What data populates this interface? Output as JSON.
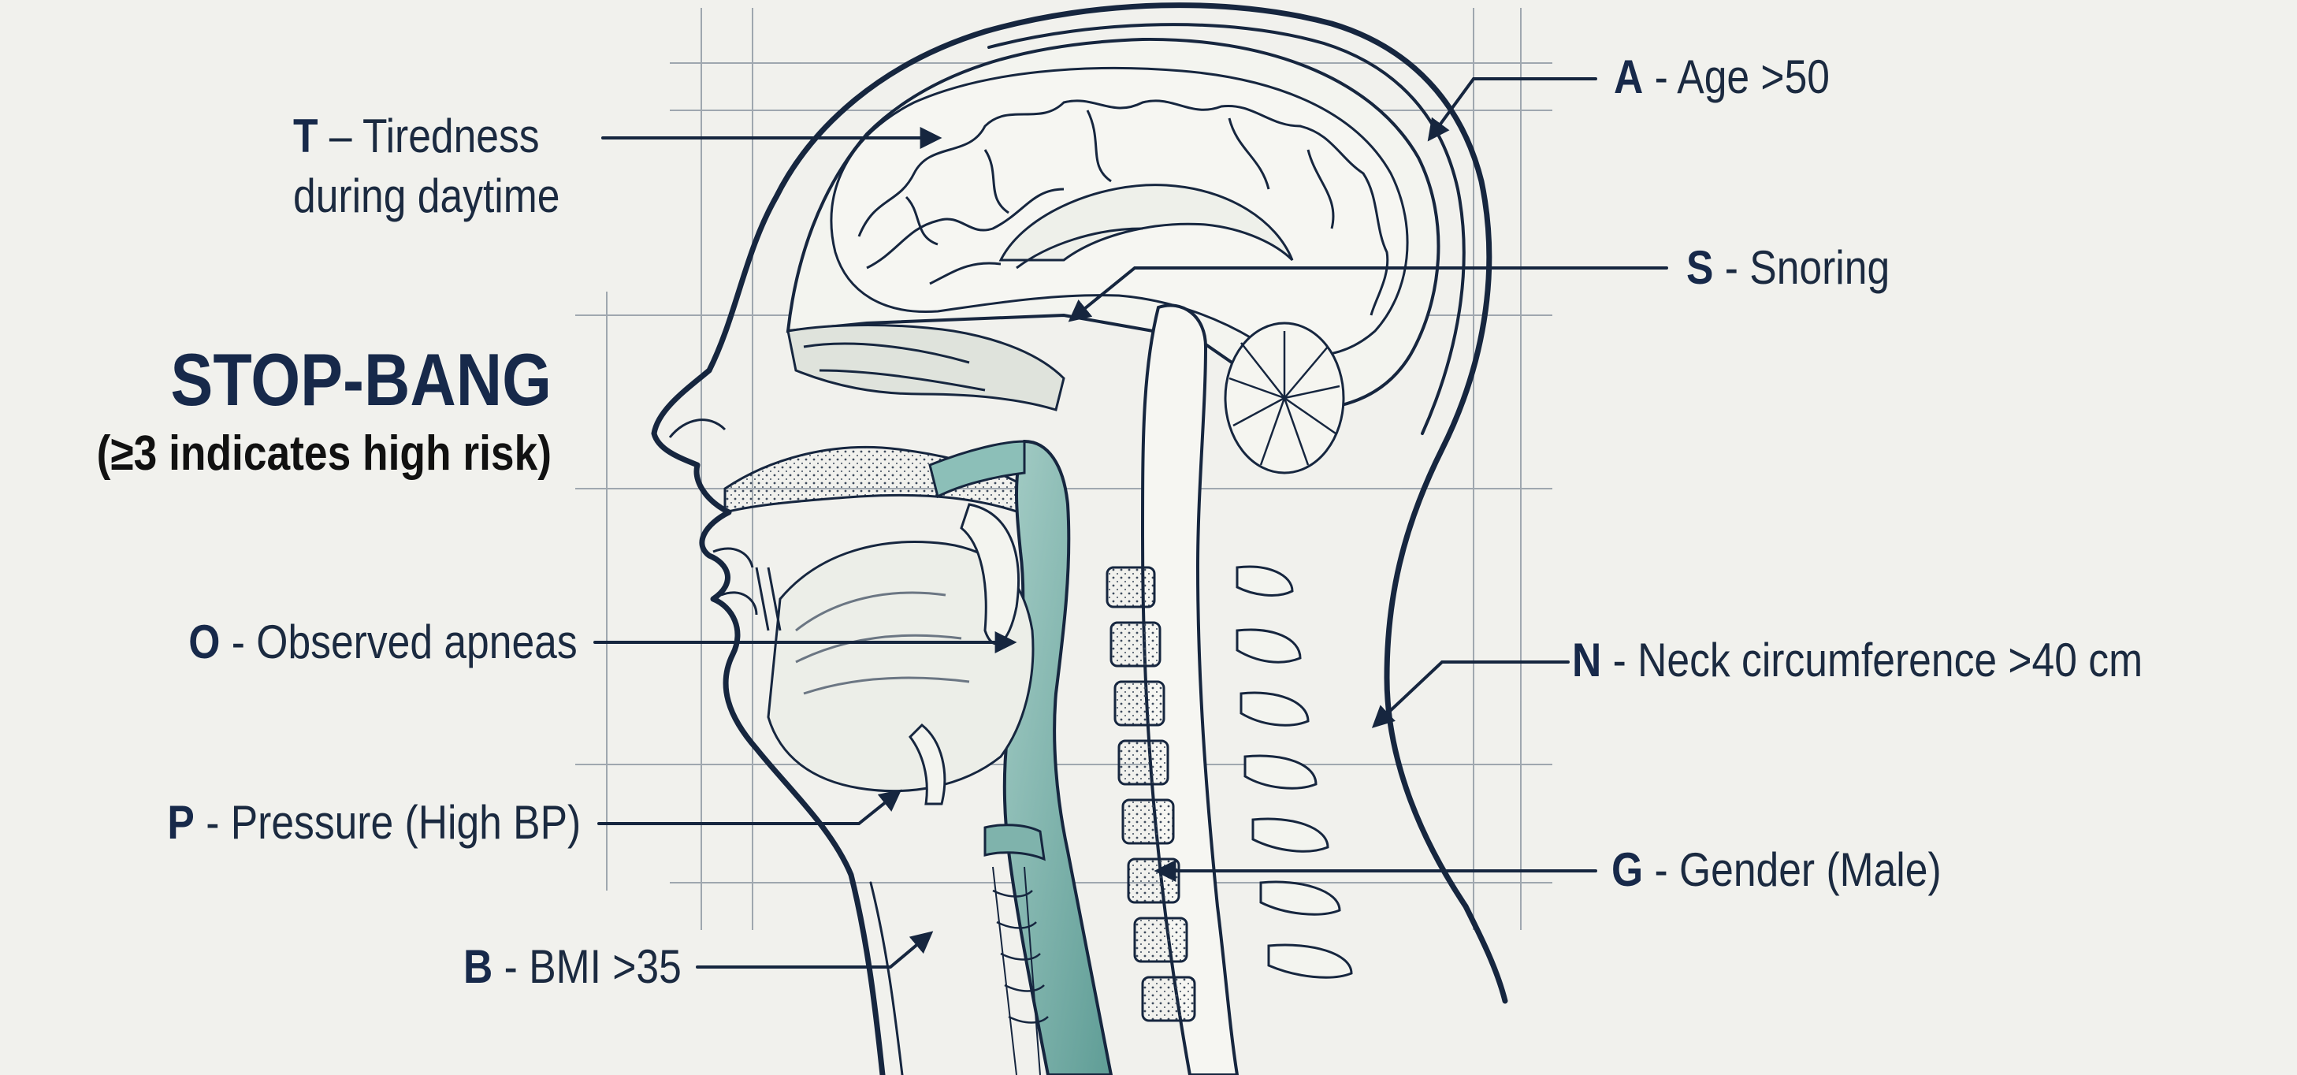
{
  "title": "STOP-BANG",
  "subtitle": "(≥3 indicates high risk)",
  "labels": {
    "t": {
      "letter": "T",
      "sep": " – ",
      "text": "Tiredness",
      "text2": "during daytime"
    },
    "o": {
      "letter": "O",
      "sep": " - ",
      "text": "Observed apneas"
    },
    "p": {
      "letter": "P",
      "sep": " - ",
      "text": "Pressure (High BP)"
    },
    "b": {
      "letter": "B",
      "sep": " - ",
      "text": "BMI >35"
    },
    "a": {
      "letter": "A",
      "sep": " - ",
      "text": "Age >50"
    },
    "s": {
      "letter": "S",
      "sep": " - ",
      "text": "Snoring"
    },
    "n": {
      "letter": "N",
      "sep": " - ",
      "text": "Neck circumference >40 cm"
    },
    "g": {
      "letter": "G",
      "sep": " - ",
      "text": "Gender (Male)"
    }
  },
  "colors": {
    "ink": "#16263f",
    "airway": "#7fb3ac",
    "airway_dark": "#4f8f89",
    "paper": "#f1f1ed",
    "grid": "#5d6b7d"
  }
}
